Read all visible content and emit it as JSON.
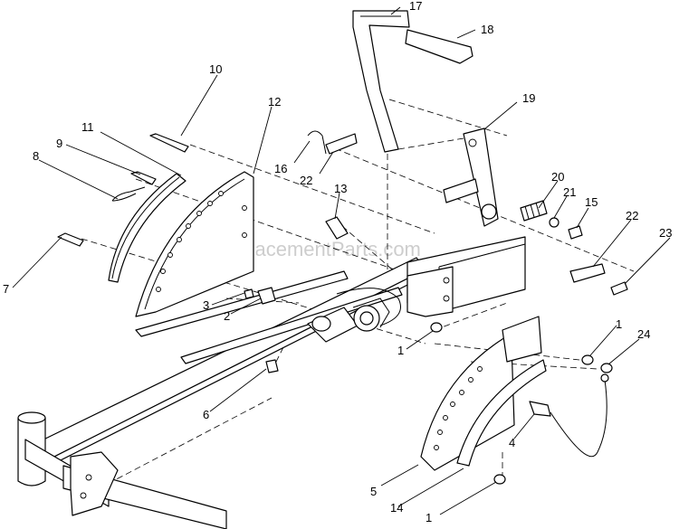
{
  "watermark": "eReplacementParts.com",
  "callouts": {
    "c1a": "1",
    "c1b": "1",
    "c1c": "1",
    "c2": "2",
    "c3": "3",
    "c4": "4",
    "c5": "5",
    "c6": "6",
    "c7": "7",
    "c8": "8",
    "c9": "9",
    "c10": "10",
    "c11": "11",
    "c12": "12",
    "c13": "13",
    "c14": "14",
    "c15": "15",
    "c16": "16",
    "c17": "17",
    "c18": "18",
    "c19": "19",
    "c20": "20",
    "c21": "21",
    "c22a": "22",
    "c22b": "22",
    "c23": "23",
    "c24": "24"
  }
}
